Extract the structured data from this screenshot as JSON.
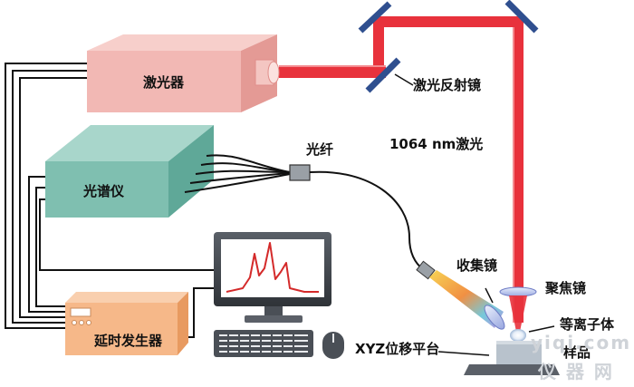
{
  "labels": {
    "laser": "激光器",
    "mirror": "激光反射镜",
    "laser_wavelength": "1064 nm激光",
    "fiber": "光纤",
    "spectrometer": "光谱仪",
    "collector": "收集镜",
    "focus_lens": "聚焦镜",
    "plasma": "等离子体",
    "stage": "XYZ位移平台",
    "sample": "样品",
    "delay": "延时发生器"
  },
  "watermark": {
    "latin": "yiqi.com",
    "cjk": "仪  器  网"
  },
  "colors": {
    "laser_beam": "#e8323c",
    "laser_box": "#f2b8b4",
    "spectrometer_box": "#7fbfb0",
    "delay_box": "#f6b889",
    "mirror": "#2f4f8f",
    "spectrum_line": "#d42a2a",
    "cable": "#111111"
  }
}
